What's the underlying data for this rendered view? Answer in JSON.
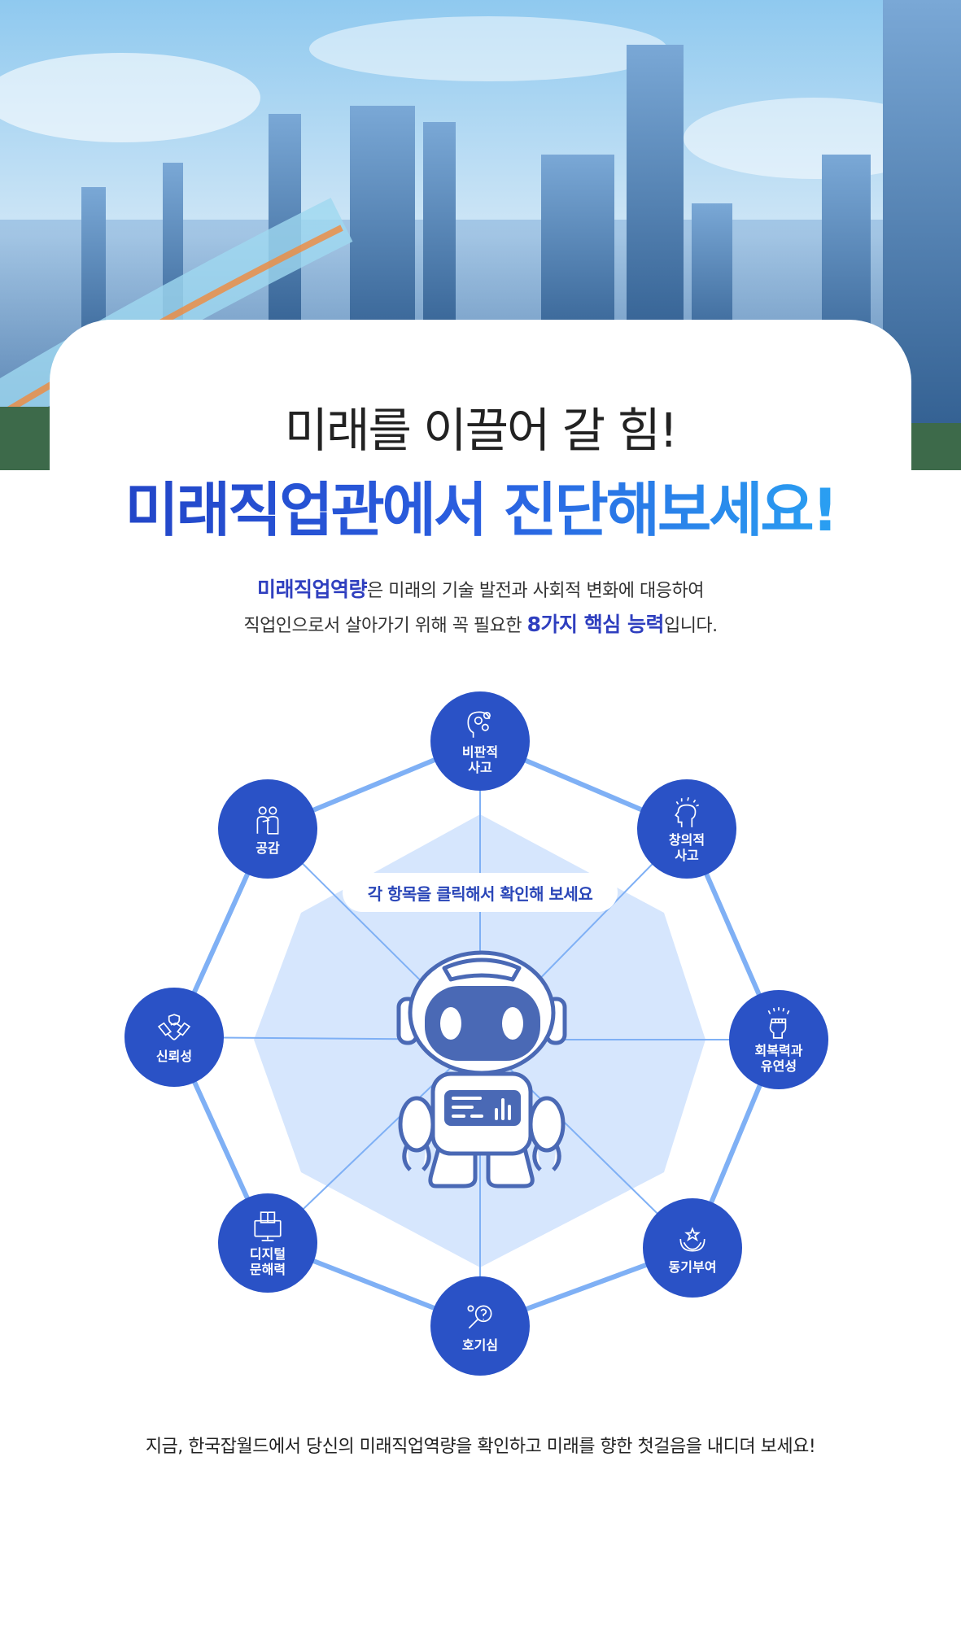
{
  "hero": {
    "title_line1": "미래를 이끌어 갈 힘!",
    "title_line2": "미래직업관에서 진단해보세요!"
  },
  "intro": {
    "line1_highlight": "미래직업역량",
    "line1_rest": "은 미래의 기술 발전과 사회적 변화에 대응하여",
    "line2_start": "직업인으로서 살아가기 위해 꼭 필요한 ",
    "line2_highlight": "8가지 핵심 능력",
    "line2_end": "입니다."
  },
  "diagram": {
    "prompt": "각 항목을 클릭해서 확인해 보세요",
    "competencies": [
      {
        "label1": "비판적",
        "label2": "사고",
        "icon": "head-gears-icon"
      },
      {
        "label1": "창의적",
        "label2": "사고",
        "icon": "creative-head-icon"
      },
      {
        "label1": "회복력과",
        "label2": "유연성",
        "icon": "raised-fist-icon"
      },
      {
        "label1": "동기부여",
        "label2": "",
        "icon": "hands-star-icon"
      },
      {
        "label1": "호기심",
        "label2": "",
        "icon": "magnifier-question-icon"
      },
      {
        "label1": "디지털",
        "label2": "문해력",
        "icon": "monitor-book-icon"
      },
      {
        "label1": "신뢰성",
        "label2": "",
        "icon": "handshake-icon"
      },
      {
        "label1": "공감",
        "label2": "",
        "icon": "two-people-icon"
      }
    ]
  },
  "footer": {
    "cta": "지금, 한국잡월드에서 당신의 미래직업역량을 확인하고 미래를 향한 첫걸음을 내디뎌 보세요!"
  },
  "colors": {
    "node": "#2a52c6",
    "robot": "#4a69b5",
    "line": "#7fb0f5",
    "area": "#d6e6fd"
  }
}
